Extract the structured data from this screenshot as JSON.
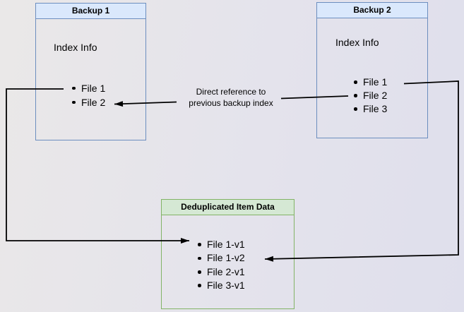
{
  "diagram": {
    "backup1": {
      "title": "Backup 1",
      "body_label": "Index Info",
      "items": [
        "File 1",
        "File 2"
      ]
    },
    "backup2": {
      "title": "Backup 2",
      "body_label": "Index Info",
      "items": [
        "File 1",
        "File 2",
        "File 3"
      ]
    },
    "dedup": {
      "title": "Deduplicated Item Data",
      "items": [
        "File 1-v1",
        "File 1-v2",
        "File 2-v1",
        "File 3-v1"
      ]
    },
    "edge_label": {
      "line1": "Direct reference to",
      "line2": "previous backup index"
    },
    "edges": [
      {
        "from": "Backup 1 / File 1",
        "to": "Deduplicated Item Data / File 1-v1"
      },
      {
        "from": "Backup 2 / File 2",
        "to": "Backup 1 / File 2",
        "label": "Direct reference to previous backup index"
      },
      {
        "from": "Backup 2 / File 1",
        "to": "Deduplicated Item Data / File 1-v2"
      }
    ],
    "colors": {
      "blue_border": "#6c8ebf",
      "blue_title_fill": "#dae8fc",
      "green_border": "#82b366",
      "green_title_fill": "#d5e8d4",
      "edge_stroke": "#000000",
      "background": "#e4e3ec"
    }
  }
}
